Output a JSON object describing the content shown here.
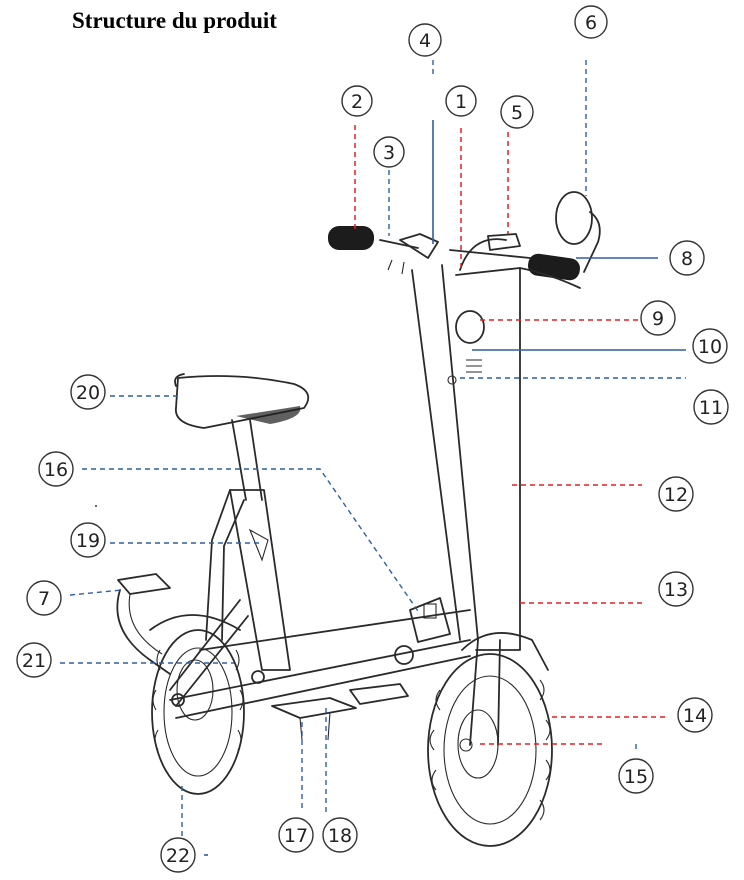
{
  "title": "Structure du produit",
  "callouts": [
    {
      "id": "1",
      "label": "1"
    },
    {
      "id": "2",
      "label": "2"
    },
    {
      "id": "3",
      "label": "3"
    },
    {
      "id": "4",
      "label": "4"
    },
    {
      "id": "5",
      "label": "5"
    },
    {
      "id": "6",
      "label": "6"
    },
    {
      "id": "7",
      "label": "7"
    },
    {
      "id": "8",
      "label": "8"
    },
    {
      "id": "9",
      "label": "9"
    },
    {
      "id": "10",
      "label": "10"
    },
    {
      "id": "11",
      "label": "11"
    },
    {
      "id": "12",
      "label": "12"
    },
    {
      "id": "13",
      "label": "13"
    },
    {
      "id": "14",
      "label": "14"
    },
    {
      "id": "15",
      "label": "15"
    },
    {
      "id": "16",
      "label": "16"
    },
    {
      "id": "17",
      "label": "17"
    },
    {
      "id": "18",
      "label": "18"
    },
    {
      "id": "19",
      "label": "19"
    },
    {
      "id": "20",
      "label": "20"
    },
    {
      "id": "21",
      "label": "21"
    },
    {
      "id": "22",
      "label": "22"
    }
  ],
  "colors": {
    "lead_red": "#e02020",
    "lead_blue": "#2f5f9e",
    "line": "#2a2a2a"
  }
}
